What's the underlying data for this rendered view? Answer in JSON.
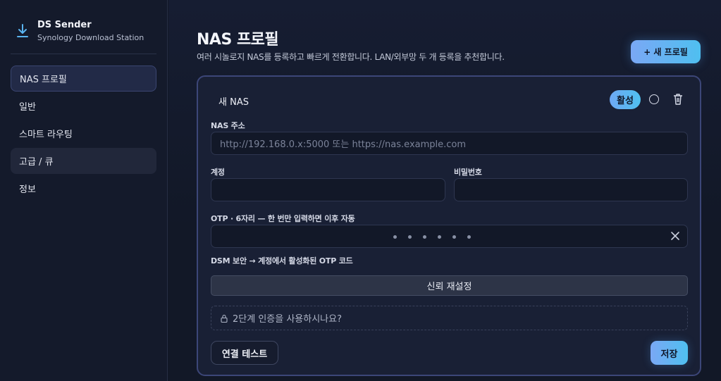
{
  "brand": {
    "title": "DS Sender",
    "subtitle": "Synology Download Station",
    "icon": "download-icon"
  },
  "sidebar": {
    "items": [
      {
        "label": "NAS 프로필",
        "state": "active"
      },
      {
        "label": "일반",
        "state": ""
      },
      {
        "label": "스마트 라우팅",
        "state": ""
      },
      {
        "label": "고급 / 큐",
        "state": "hover"
      },
      {
        "label": "정보",
        "state": ""
      }
    ]
  },
  "header": {
    "title": "NAS 프로필",
    "subtitle": "여러 시놀로지 NAS를 등록하고 빠르게 전환합니다. LAN/외부망 두 개 등록을 추천합니다.",
    "new_profile_label": "+ 새 프로필"
  },
  "card": {
    "title": "새 NAS",
    "active_badge": "활성",
    "address": {
      "label": "NAS 주소",
      "placeholder": "http://192.168.0.x:5000 또는 https://nas.example.com",
      "value": ""
    },
    "account": {
      "label": "계정",
      "value": ""
    },
    "password": {
      "label": "비밀번호",
      "value": ""
    },
    "otp": {
      "label": "OTP · 6자리 — 한 번만 입력하면 이후 자동",
      "digits": 6,
      "hint": "DSM 보안 → 계정에서 활성화된 OTP 코드"
    },
    "reset_trust_label": "신뢰 재설정",
    "twofa_label": "2단계 인증을 사용하시나요?",
    "test_label": "연결 테스트",
    "save_label": "저장"
  },
  "colors": {
    "accent_start": "#7aa8f5",
    "accent_end": "#4fbff0",
    "background": "#121827"
  }
}
